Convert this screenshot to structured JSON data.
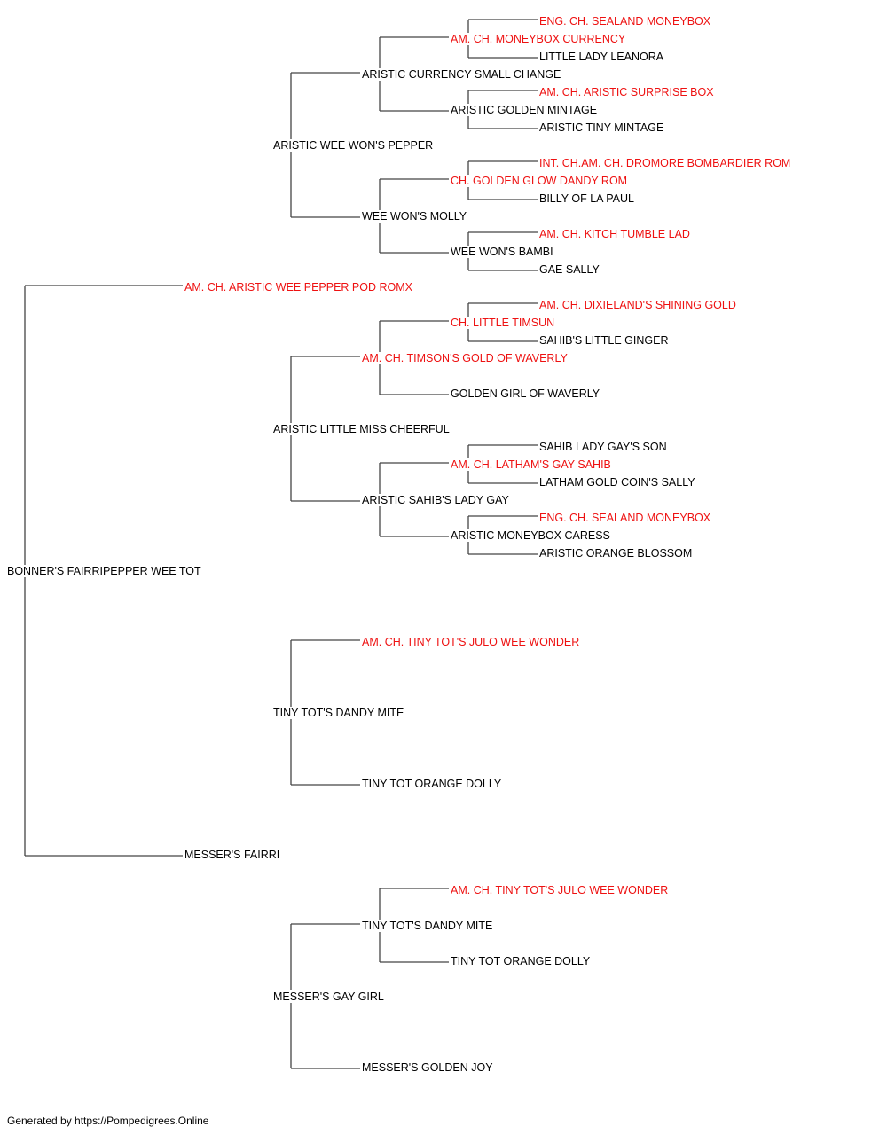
{
  "colors": {
    "champion": "#ee1111",
    "normal": "#000000",
    "connector": "#444444"
  },
  "pedigree": {
    "subject": {
      "name": "BONNER'S FAIRRIPEPPER WEE TOT",
      "champion": false
    },
    "sire": {
      "name": "AM. CH. ARISTIC WEE PEPPER POD ROMX",
      "champion": true
    },
    "dam": {
      "name": "MESSER'S FAIRRI",
      "champion": false
    },
    "ss": {
      "name": "ARISTIC WEE WON'S PEPPER",
      "champion": false
    },
    "sd": {
      "name": "ARISTIC LITTLE MISS CHEERFUL",
      "champion": false
    },
    "ds": {
      "name": "TINY TOT'S DANDY MITE",
      "champion": false
    },
    "dd": {
      "name": "MESSER'S GAY GIRL",
      "champion": false
    },
    "sss": {
      "name": "ARISTIC CURRENCY SMALL CHANGE",
      "champion": false
    },
    "ssd": {
      "name": "WEE WON'S MOLLY",
      "champion": false
    },
    "sds": {
      "name": "AM. CH. TIMSON'S GOLD OF WAVERLY",
      "champion": true
    },
    "sdd": {
      "name": "ARISTIC SAHIB'S LADY GAY",
      "champion": false
    },
    "dss": {
      "name": "AM. CH. TINY TOT'S JULO WEE WONDER",
      "champion": true
    },
    "dsd": {
      "name": "TINY TOT ORANGE DOLLY",
      "champion": false
    },
    "dds": {
      "name": "TINY TOT'S DANDY MITE",
      "champion": false
    },
    "ddd": {
      "name": "MESSER'S GOLDEN JOY",
      "champion": false
    },
    "ssss": {
      "name": "AM. CH. MONEYBOX CURRENCY",
      "champion": true
    },
    "sssd": {
      "name": "ARISTIC GOLDEN MINTAGE",
      "champion": false
    },
    "ssds": {
      "name": "CH. GOLDEN GLOW DANDY ROM",
      "champion": true
    },
    "ssdd": {
      "name": "WEE WON'S BAMBI",
      "champion": false
    },
    "sdss": {
      "name": "CH. LITTLE TIMSUN",
      "champion": true
    },
    "sdsd": {
      "name": "GOLDEN GIRL OF WAVERLY",
      "champion": false
    },
    "sdds": {
      "name": "AM. CH. LATHAM'S GAY SAHIB",
      "champion": true
    },
    "sddd": {
      "name": "ARISTIC MONEYBOX CARESS",
      "champion": false
    },
    "ddss": {
      "name": "AM. CH. TINY TOT'S JULO WEE WONDER",
      "champion": true
    },
    "ddsd": {
      "name": "TINY TOT ORANGE DOLLY",
      "champion": false
    },
    "sssss": {
      "name": "ENG. CH. SEALAND MONEYBOX",
      "champion": true
    },
    "ssssd": {
      "name": "LITTLE LADY LEANORA",
      "champion": false
    },
    "sssds": {
      "name": "AM. CH. ARISTIC SURPRISE BOX",
      "champion": true
    },
    "sssdd": {
      "name": "ARISTIC TINY MINTAGE",
      "champion": false
    },
    "ssdss": {
      "name": "INT. CH.AM. CH. DROMORE BOMBARDIER ROM",
      "champion": true
    },
    "ssdsd": {
      "name": "BILLY OF LA PAUL",
      "champion": false
    },
    "ssdds": {
      "name": "AM. CH. KITCH TUMBLE LAD",
      "champion": true
    },
    "ssddd": {
      "name": "GAE SALLY",
      "champion": false
    },
    "sdsss": {
      "name": "AM. CH. DIXIELAND'S SHINING GOLD",
      "champion": true
    },
    "sdssd": {
      "name": "SAHIB'S LITTLE GINGER",
      "champion": false
    },
    "sddss": {
      "name": "SAHIB LADY GAY'S SON",
      "champion": false
    },
    "sddsd": {
      "name": "LATHAM GOLD COIN'S SALLY",
      "champion": false
    },
    "sddds": {
      "name": "ENG. CH. SEALAND MONEYBOX",
      "champion": true
    },
    "sdddd": {
      "name": "ARISTIC ORANGE BLOSSOM",
      "champion": false
    }
  },
  "footer": "Generated by https://Pompedigrees.Online"
}
